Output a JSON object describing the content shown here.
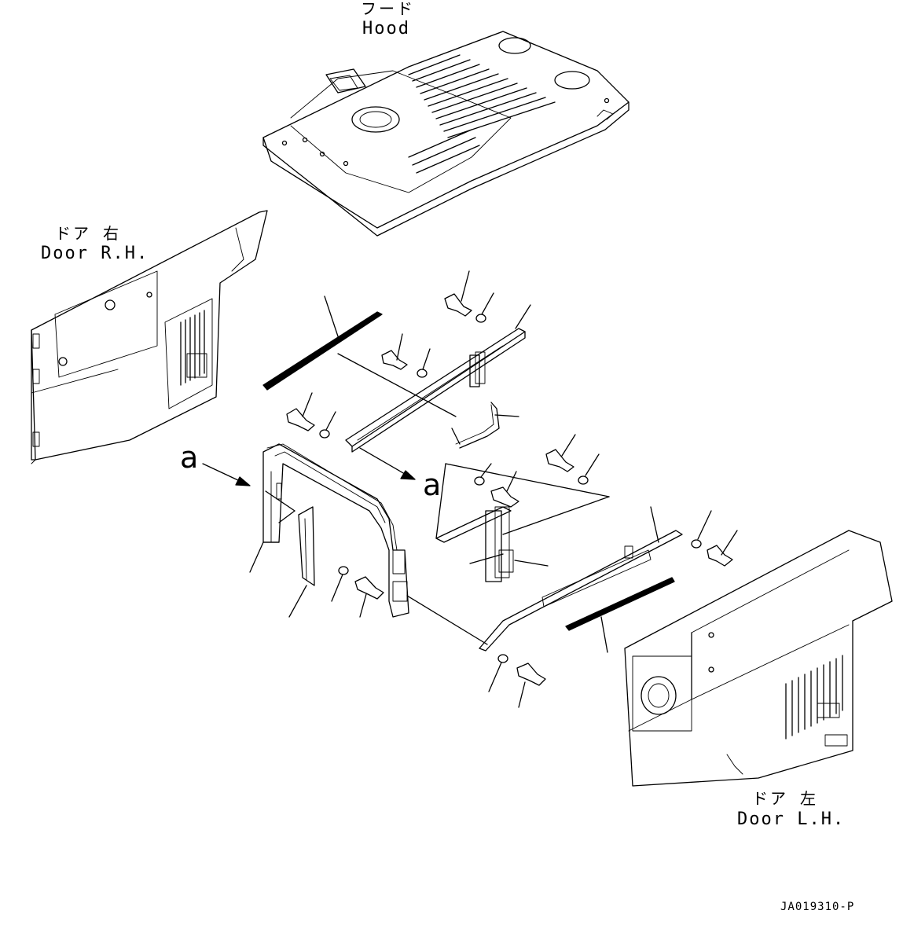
{
  "labels": {
    "hood_jp": "フード",
    "hood_en": "Hood",
    "door_rh_jp": "ドア 右",
    "door_rh_en": "Door R.H.",
    "door_lh_jp": "ドア 左",
    "door_lh_en": "Door L.H.",
    "ref_a_left": "a",
    "ref_a_right": "a",
    "drawing_number": "JA019310-P"
  }
}
